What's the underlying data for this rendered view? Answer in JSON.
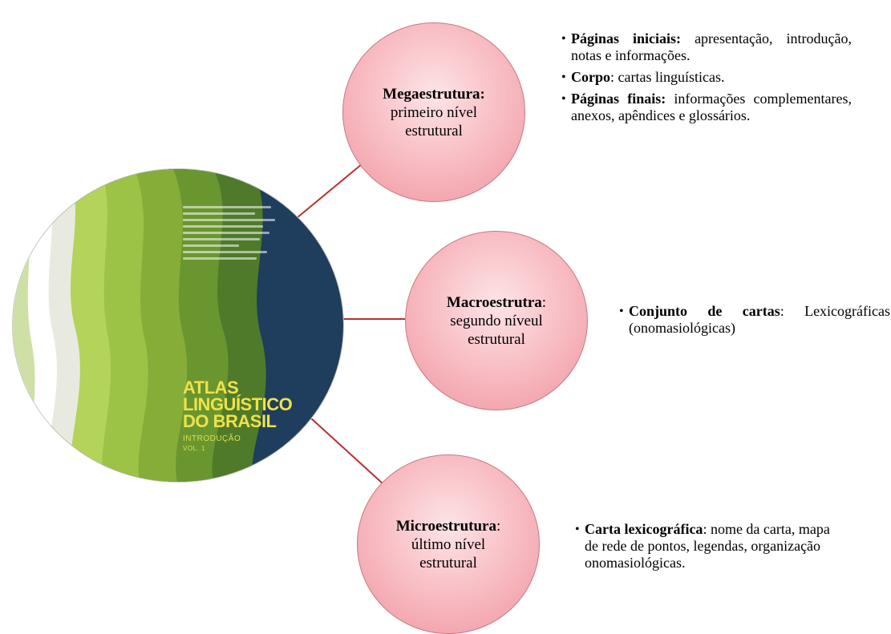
{
  "cover": {
    "title_line1": "ATLAS",
    "title_line2": "LINGUÍSTICO",
    "title_line3": "DO BRASIL",
    "subtitle": "INTRODUÇÃO",
    "volume": "VOL. 1"
  },
  "levels": {
    "mega": {
      "title": "Megaestrutura:",
      "line1": "primeiro nível",
      "line2": "estrutural"
    },
    "macro": {
      "title": "Macroestrutra",
      "title_suffix": ":",
      "line1": "segundo níveul",
      "line2": "estrutural"
    },
    "micro": {
      "title": "Microestrutura",
      "title_suffix": ":",
      "line1": "último nível",
      "line2": "estrutural"
    }
  },
  "bullets": {
    "mega": [
      {
        "term": "Páginas iniciais:",
        "text": " apresentação, introdução, notas e informações."
      },
      {
        "term": "Corpo",
        "text": ": cartas linguísticas."
      },
      {
        "term": "Páginas finais:",
        "text": " informações complementares, anexos, apêndices e glossários."
      }
    ],
    "macro": [
      {
        "term": "Conjunto de cartas",
        "text": ": Lexicográficas (onomasiológicas)"
      }
    ],
    "micro": [
      {
        "term": "Carta lexicográfica",
        "text": ": nome da carta, mapa de rede de pontos, legendas, organização onomasiológicas."
      }
    ]
  },
  "colors": {
    "connector": "#b8312f",
    "circle_fill": "#f7b8bf",
    "cover_navy": "#1f3d5c",
    "cover_green": "#8fb23a"
  }
}
